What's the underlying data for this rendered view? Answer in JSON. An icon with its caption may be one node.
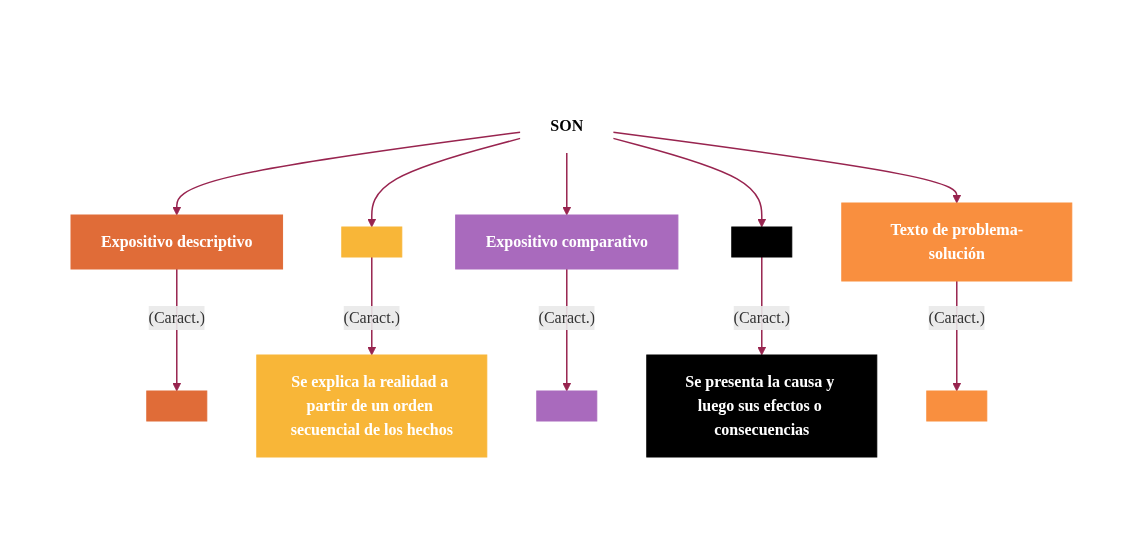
{
  "diagram": {
    "nodes": [
      {
        "text": [
          "SON"
        ]
      },
      {
        "text": [
          "Expositivo descriptivo"
        ]
      },
      {
        "text": [],
        "shape": "box"
      },
      {
        "text": [
          "Expositivo comparativo"
        ]
      },
      {
        "text": [],
        "shape": "box"
      },
      {
        "text": [
          "Texto de problema-solución"
        ]
      },
      {
        "text": [],
        "shape": "box"
      },
      {
        "text": [
          "Se explica la realidad a partir de un orden secuencial de los hechos"
        ]
      },
      {
        "text": [],
        "shape": "box"
      },
      {
        "text": [
          "Se presenta la causa y luego sus efectos o consecuencias"
        ]
      },
      {
        "text": [],
        "shape": "box"
      }
    ],
    "edges": [
      {
        "from": 0,
        "to": 1,
        "arrow": "to"
      },
      {
        "from": 0,
        "to": 2,
        "arrow": "to"
      },
      {
        "from": 0,
        "to": 3,
        "arrow": "to"
      },
      {
        "from": 0,
        "to": 4,
        "arrow": "to"
      },
      {
        "from": 0,
        "to": 5,
        "arrow": "to"
      },
      {
        "from": 1,
        "to": 6,
        "arrow": "to",
        "label": "(Caract.)"
      },
      {
        "from": 2,
        "to": 7,
        "arrow": "to",
        "label": "(Caract.)"
      },
      {
        "from": 3,
        "to": 8,
        "arrow": "to",
        "label": "(Caract.)"
      },
      {
        "from": 4,
        "to": 9,
        "arrow": "to",
        "label": "(Caract.)"
      },
      {
        "from": 5,
        "to": 10,
        "arrow": "to",
        "label": "(Caract.)"
      }
    ]
  }
}
